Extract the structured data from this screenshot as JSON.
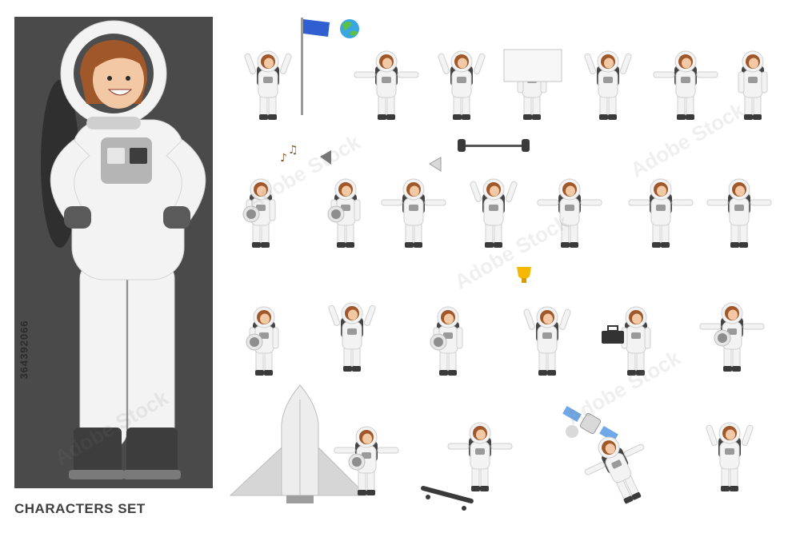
{
  "caption": "CHARACTERS SET",
  "stock_id": "364392066",
  "watermark_text": "Adobe Stock",
  "colors": {
    "panel": "#4a4a4a",
    "suit": "#f3f3f3",
    "suit_shade": "#c9c9c9",
    "boots": "#3a3a3a",
    "hair": "#a0582a",
    "skin": "#f2c9a4",
    "flag": "#2f5fd0",
    "globe_sea": "#3aa7e0",
    "globe_land": "#5cbf4a",
    "trophy": "#f5b800",
    "satellite_panel": "#6fa8e6"
  },
  "icons": [
    "flag-icon",
    "globe-icon",
    "music-notes-icon",
    "megaphone-icon",
    "barbell-icon",
    "trophy-icon",
    "toolbox-icon",
    "rocket-icon",
    "satellite-icon",
    "skateboard-icon",
    "sign-board-icon"
  ]
}
